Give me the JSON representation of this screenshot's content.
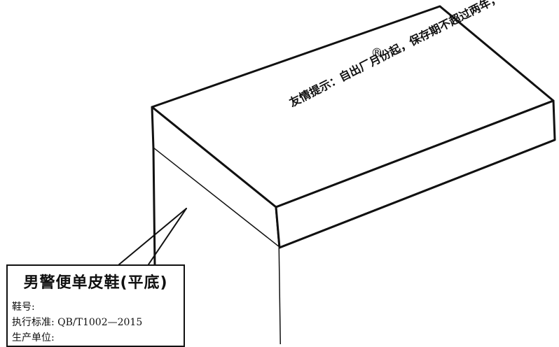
{
  "box": {
    "registered_mark": "®",
    "lid_note": "友情提示：自出厂月份起，保存期不超过两年，以免老化变质。"
  },
  "label": {
    "title": "男警便单皮鞋(平底)",
    "shoe_no": "鞋号:",
    "standard": "执行标准: QB/T1002—2015",
    "manufacturer": "生产单位:"
  },
  "colors": {
    "line": "#111111",
    "background": "#ffffff"
  }
}
